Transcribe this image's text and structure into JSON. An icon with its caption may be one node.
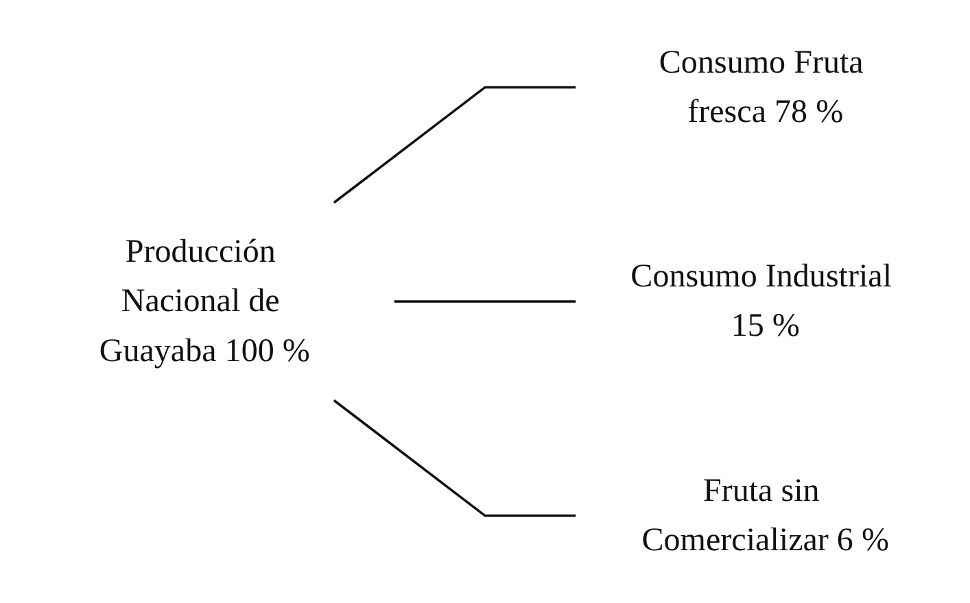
{
  "diagram": {
    "nodes": [
      {
        "text": [
          "Producción Nacional de Guayaba 100 %"
        ]
      },
      {
        "text": [
          "Consumo Fruta fresca 78 %"
        ]
      },
      {
        "text": [
          "Consumo Industrial 15 %"
        ]
      },
      {
        "text": [
          "Fruta sin Comercializar 6 %"
        ]
      }
    ],
    "edges": [
      {
        "from": 0,
        "to": 1,
        "arrow": "none"
      },
      {
        "from": 0,
        "to": 2,
        "arrow": "none"
      },
      {
        "from": 0,
        "to": 3,
        "arrow": "none"
      }
    ]
  }
}
